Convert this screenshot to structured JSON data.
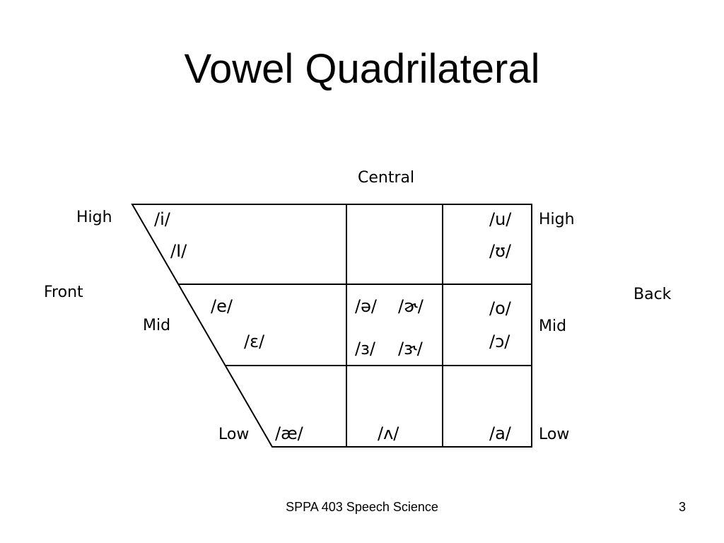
{
  "title": "Vowel Quadrilateral",
  "labels": {
    "central": "Central",
    "front": "Front",
    "back": "Back",
    "high_left": "High",
    "high_right": "High",
    "mid_left": "Mid",
    "mid_right": "Mid",
    "low_left": "Low",
    "low_right": "Low"
  },
  "vowels": {
    "i": "/i/",
    "I": "/I/",
    "e": "/e/",
    "epsilon": "/ɛ/",
    "ae": "/æ/",
    "u": "/u/",
    "upsilon": "/ʊ/",
    "o": "/o/",
    "open_o": "/ɔ/",
    "a": "/a/",
    "schwa": "/ə/",
    "schwar": "/ɚ/",
    "reverse_epsilon": "/ɜ/",
    "reverse_epsilon_r": "/ɝ/",
    "wedge": "/ʌ/"
  },
  "footer": {
    "course": "SPPA 403 Speech Science",
    "page": "3"
  }
}
